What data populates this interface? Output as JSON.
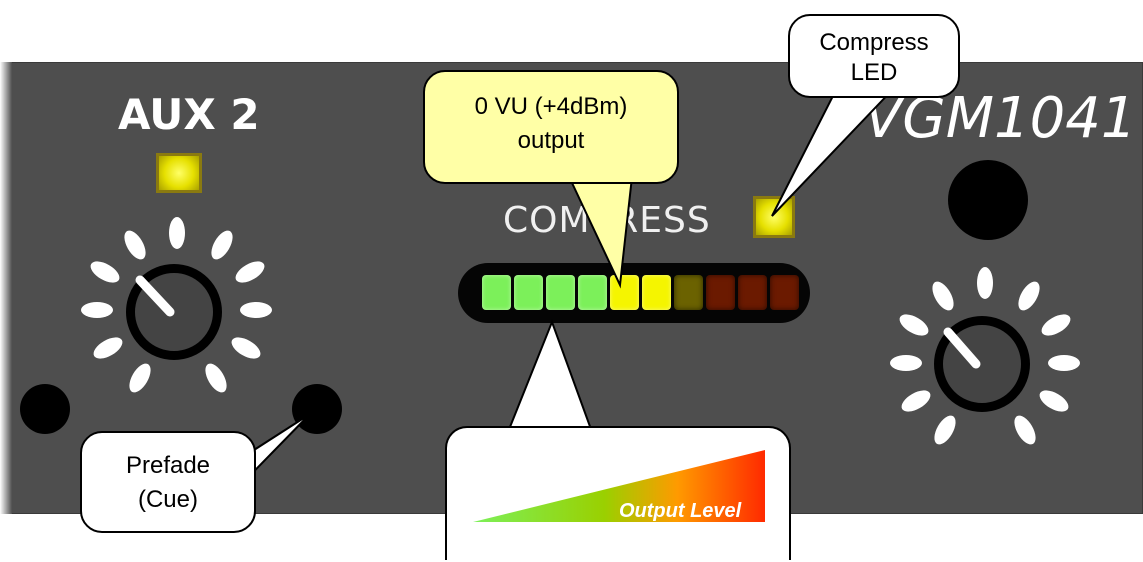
{
  "panel": {
    "aux_label": "AUX 2",
    "model_label": "VGM1041",
    "compress_label": "COMPRESS"
  },
  "callouts": {
    "compress_led": {
      "line1": "Compress",
      "line2": "LED"
    },
    "vu_output": {
      "line1": "0 VU (+4dBm)",
      "line2": "output"
    },
    "prefade": {
      "line1": "Prefade",
      "line2": "(Cue)"
    },
    "output_level": {
      "label": "Output Level"
    }
  },
  "meter": {
    "segments": [
      {
        "state": "on",
        "color": "#7cf05a"
      },
      {
        "state": "on",
        "color": "#7cf05a"
      },
      {
        "state": "on",
        "color": "#7cf05a"
      },
      {
        "state": "on",
        "color": "#7cf05a"
      },
      {
        "state": "on",
        "color": "#f5f500"
      },
      {
        "state": "on",
        "color": "#f5f500"
      },
      {
        "state": "dim",
        "color": "#6b6200"
      },
      {
        "state": "dim",
        "color": "#6b1a00"
      },
      {
        "state": "dim",
        "color": "#6b1a00"
      },
      {
        "state": "dim",
        "color": "#6b1a00"
      }
    ]
  },
  "colors": {
    "panel": "#4e4e4e",
    "led_yellow": "#e6e000",
    "callout_yellow": "#ffffa6",
    "gradient_start": "#7cf05a",
    "gradient_end": "#ff2a00"
  }
}
